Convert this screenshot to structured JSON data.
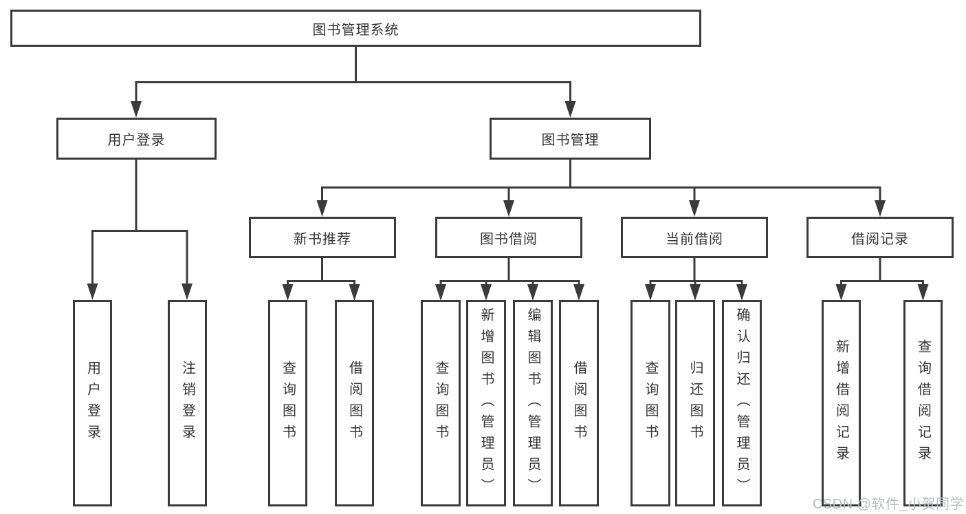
{
  "tree": {
    "root": {
      "label": "图书管理系统"
    },
    "branches": [
      {
        "label": "用户登录",
        "children": [
          {
            "label": "用户登录"
          },
          {
            "label": "注销登录"
          }
        ]
      },
      {
        "label": "图书管理",
        "children": [
          {
            "label": "新书推荐",
            "children": [
              {
                "label": "查询图书"
              },
              {
                "label": "借阅图书"
              }
            ]
          },
          {
            "label": "图书借阅",
            "children": [
              {
                "label": "查询图书"
              },
              {
                "label": "新增图书（管理员）"
              },
              {
                "label": "编辑图书（管理员）"
              },
              {
                "label": "借阅图书"
              }
            ]
          },
          {
            "label": "当前借阅",
            "children": [
              {
                "label": "查询图书"
              },
              {
                "label": "归还图书"
              },
              {
                "label": "确认归还（管理员）"
              }
            ]
          },
          {
            "label": "借阅记录",
            "children": [
              {
                "label": "新增借阅记录"
              },
              {
                "label": "查询借阅记录"
              }
            ]
          }
        ]
      }
    ]
  },
  "colors": {
    "line": "#3b3b3b",
    "text": "#333333",
    "background": "#ffffff",
    "watermark": "#b7bbc2"
  },
  "watermark": {
    "text": "CSDN @软件_小贺同学"
  }
}
